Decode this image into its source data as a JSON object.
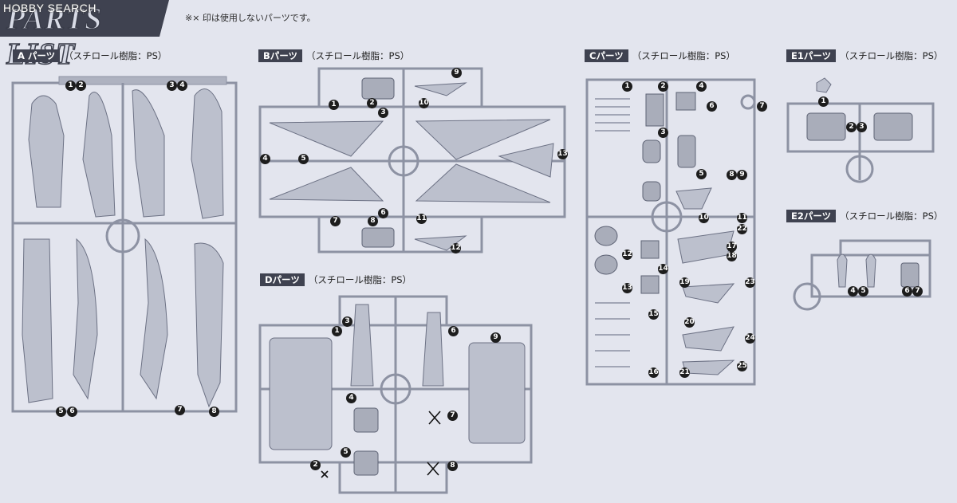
{
  "watermark": "HOBBY SEARCH",
  "header": {
    "title": "PARTS LIST"
  },
  "note": "※× 印は使用しないパーツです。",
  "panels": {
    "A": {
      "tag": "A パーツ",
      "material": "（スチロール樹脂：PS）",
      "numbers": [
        "1",
        "2",
        "3",
        "4",
        "5",
        "6",
        "7",
        "8"
      ]
    },
    "B": {
      "tag": "Bパーツ",
      "material": "（スチロール樹脂：PS）",
      "numbers": [
        "1",
        "2",
        "3",
        "4",
        "5",
        "6",
        "7",
        "8",
        "9",
        "10",
        "11",
        "12",
        "13"
      ]
    },
    "C": {
      "tag": "Cパーツ",
      "material": "（スチロール樹脂：PS）",
      "numbers": [
        "1",
        "2",
        "3",
        "4",
        "5",
        "6",
        "7",
        "8",
        "9",
        "10",
        "11",
        "12",
        "13",
        "14",
        "15",
        "16",
        "17",
        "18",
        "19",
        "20",
        "21",
        "22",
        "23",
        "24",
        "25"
      ]
    },
    "D": {
      "tag": "Dパーツ",
      "material": "（スチロール樹脂：PS）",
      "numbers": [
        "1",
        "2",
        "3",
        "4",
        "5",
        "6",
        "7",
        "8",
        "9"
      ]
    },
    "E1": {
      "tag": "E1パーツ",
      "material": "（スチロール樹脂：PS）",
      "numbers": [
        "1",
        "2",
        "3"
      ]
    },
    "E2": {
      "tag": "E2パーツ",
      "material": "（スチロール樹脂：PS）",
      "numbers": [
        "4",
        "5",
        "6",
        "7"
      ]
    }
  }
}
